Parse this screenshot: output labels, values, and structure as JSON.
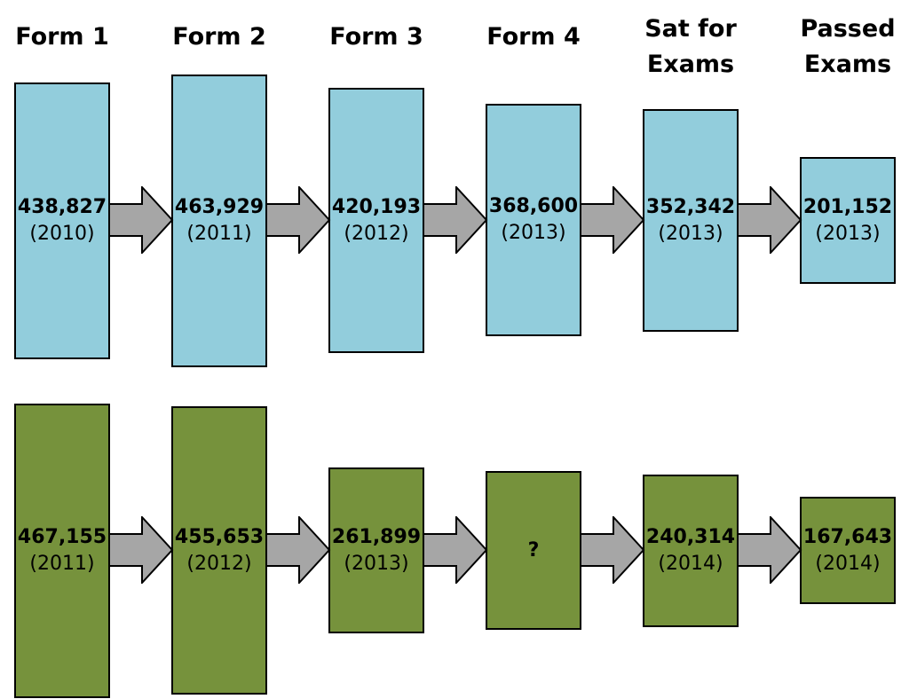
{
  "headers": [
    "Form 1",
    "Form 2",
    "Form 3",
    "Form 4",
    "Sat for\nExams",
    "Passed\nExams"
  ],
  "colors": {
    "cohort_1": "#92cddc",
    "cohort_2": "#76923c",
    "arrow": "#a6a6a6",
    "border": "#000000"
  },
  "rows": [
    {
      "boxes": [
        {
          "value": "438,827",
          "year": "(2010)"
        },
        {
          "value": "463,929",
          "year": "(2011)"
        },
        {
          "value": "420,193",
          "year": "(2012)"
        },
        {
          "value": "368,600",
          "year": "(2013)"
        },
        {
          "value": "352,342",
          "year": "(2013)"
        },
        {
          "value": "201,152",
          "year": "(2013)"
        }
      ]
    },
    {
      "boxes": [
        {
          "value": "467,155",
          "year": "(2011)"
        },
        {
          "value": "455,653",
          "year": "(2012)"
        },
        {
          "value": "261,899",
          "year": "(2013)"
        },
        {
          "value": "?",
          "year": ""
        },
        {
          "value": "240,314",
          "year": "(2014)"
        },
        {
          "value": "167,643",
          "year": "(2014)"
        }
      ]
    }
  ]
}
